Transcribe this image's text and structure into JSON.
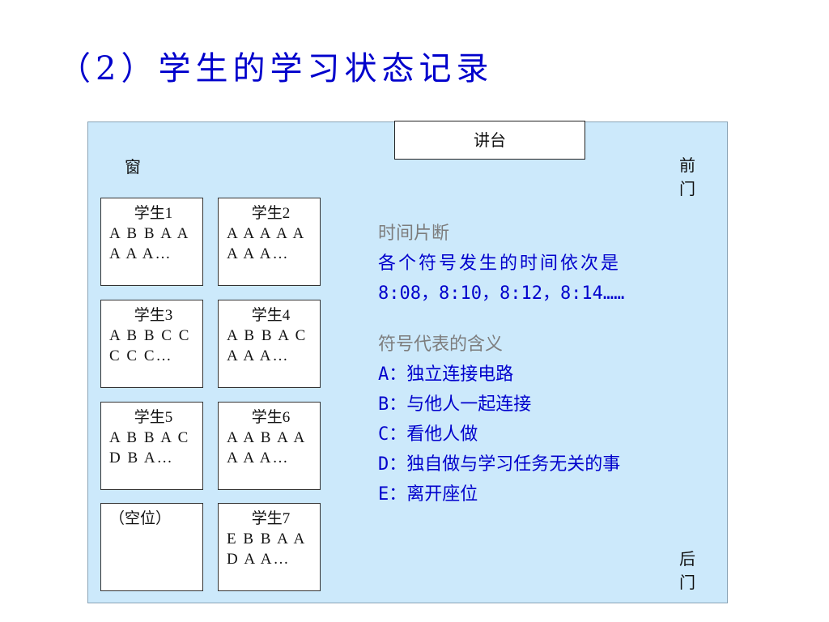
{
  "title": "（2）学生的学习状态记录",
  "classroom": {
    "podium_label": "讲台",
    "window_label": "窗",
    "front_door": [
      "前",
      "门"
    ],
    "back_door": [
      "后",
      "门"
    ],
    "seats": [
      {
        "name": "学生1",
        "line1": "A B B A A",
        "line2": "A A A…"
      },
      {
        "name": "学生2",
        "line1": "A A A A A",
        "line2": "A A A…"
      },
      {
        "name": "学生3",
        "line1": "A B B C C",
        "line2": "C C C…"
      },
      {
        "name": "学生4",
        "line1": "A B B A C",
        "line2": "A A A…"
      },
      {
        "name": "学生5",
        "line1": "A B B A C",
        "line2": "D B A…"
      },
      {
        "name": "学生6",
        "line1": "A A B A A",
        "line2": "A A A…"
      },
      {
        "name": "（空位）",
        "line1": "",
        "line2": ""
      },
      {
        "name": "学生7",
        "line1": "E B B A A",
        "line2": "D A A…"
      }
    ]
  },
  "info": {
    "time_heading": "时间片断",
    "time_desc": "各个符号发生的时间依次是",
    "time_values": "8:08，8:10，8:12，8:14……",
    "symbol_heading": "符号代表的含义",
    "symbols": [
      "A：独立连接电路",
      "B：与他人一起连接",
      "C：看他人做",
      "D：独自做与学习任务无关的事",
      "E：离开座位"
    ]
  }
}
